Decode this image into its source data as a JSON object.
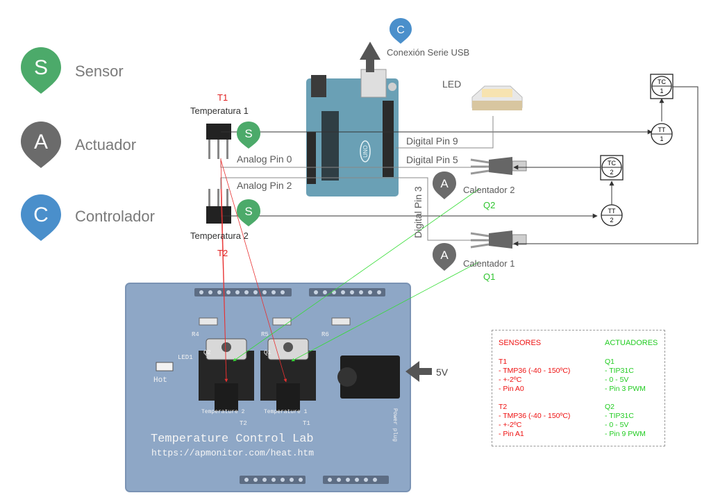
{
  "legend": {
    "sensor": {
      "letter": "S",
      "label": "Sensor",
      "color": "#4caa6a"
    },
    "actuator": {
      "letter": "A",
      "label": "Actuador",
      "color": "#6b6b6b"
    },
    "controller": {
      "letter": "C",
      "label": "Controlador",
      "color": "#4a8fcb"
    }
  },
  "usb": {
    "letter": "C",
    "label": "Conexión Serie USB"
  },
  "led": {
    "label": "LED"
  },
  "sensors": {
    "t1": {
      "tag": "T1",
      "name": "Temperatura 1",
      "letter": "S"
    },
    "t2": {
      "tag": "T2",
      "name": "Temperatura 2",
      "letter": "S"
    }
  },
  "heaters": {
    "q2": {
      "name": "Calentador 2",
      "tag": "Q2",
      "letter": "A"
    },
    "q1": {
      "name": "Calentador 1",
      "tag": "Q1",
      "letter": "A"
    }
  },
  "pins": {
    "digital9": "Digital Pin 9",
    "digital5": "Digital Pin 5",
    "digital3": "Digital Pin 3",
    "analog0": "Analog Pin 0",
    "analog2": "Analog Pin 2"
  },
  "instruments": {
    "tc1": {
      "top": "TC",
      "num": "1"
    },
    "tt1": {
      "top": "TT",
      "num": "1"
    },
    "tc2": {
      "top": "TC",
      "num": "2"
    },
    "tt2": {
      "top": "TT",
      "num": "2"
    }
  },
  "board": {
    "title": "Temperature Control Lab",
    "url": "https://apmonitor.com/heat.htm",
    "hot": "Hot",
    "led1": "LED1",
    "temp1": "Temperature 1",
    "temp2": "Temperature 2",
    "q1": "Q1",
    "q2": "Q2",
    "t1": "T1",
    "t2": "T2",
    "r4": "R4",
    "r5": "R5",
    "r6": "R6",
    "power": "Power plug",
    "uno": "UNO"
  },
  "power_input": "5V",
  "specs": {
    "sensors_title": "SENSORES",
    "actuators_title": "ACTUADORES",
    "t1": {
      "name": "T1",
      "lines": [
        "- TMP36 (-40 - 150ºC)",
        "- +-2ºC",
        "- Pin A0"
      ]
    },
    "t2": {
      "name": "T2",
      "lines": [
        "- TMP36 (-40 - 150ºC)",
        "- +-2ºC",
        "- Pin A1"
      ]
    },
    "q1": {
      "name": "Q1",
      "lines": [
        "- TIP31C",
        "- 0 - 5V",
        "- Pin 3 PWM"
      ]
    },
    "q2": {
      "name": "Q2",
      "lines": [
        "- TIP31C",
        "- 0 - 5V",
        "- Pin 9 PWM"
      ]
    }
  },
  "colors": {
    "sensor_line": "#e83030",
    "actuator_line": "#33dd33",
    "board_blue": "#8ea7c6",
    "wire": "#333333"
  }
}
